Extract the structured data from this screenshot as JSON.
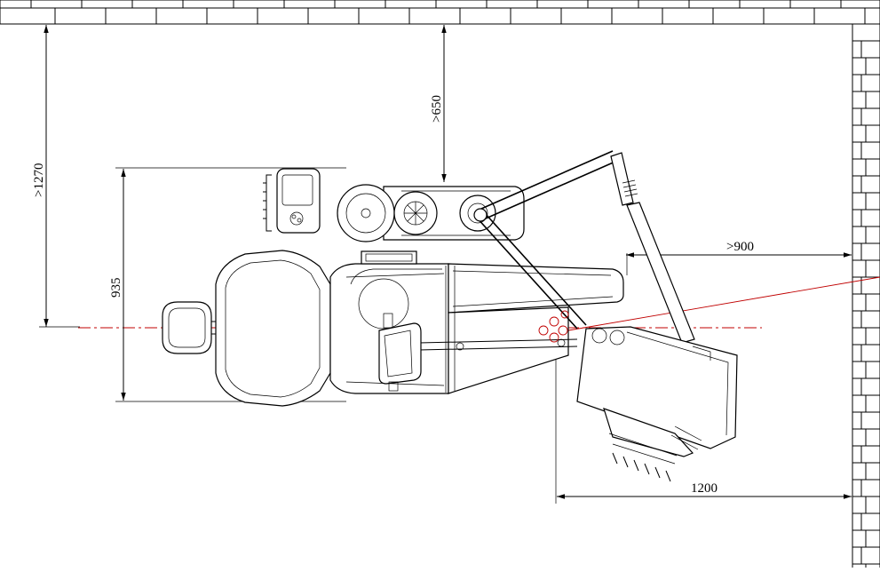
{
  "dimensions": {
    "top_clearance": ">650",
    "left_clearance": ">1270",
    "chair_width": "935",
    "side_clearance": ">900",
    "unit_depth": "1200"
  },
  "colors": {
    "line": "#000000",
    "centerline": "#c00000",
    "background": "#ffffff"
  }
}
